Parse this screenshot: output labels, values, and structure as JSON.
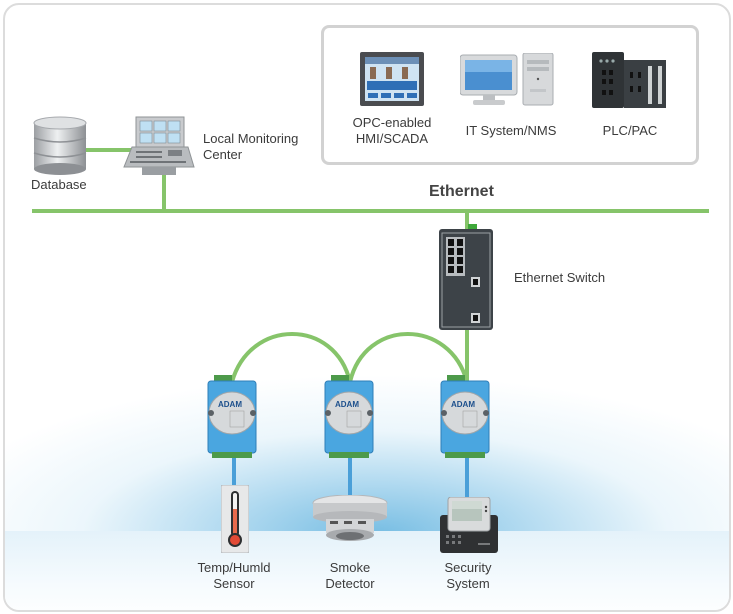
{
  "diagram": {
    "title": "Ethernet",
    "colors": {
      "ethernet_line": "#86c46a",
      "field_line": "#4a9fd8",
      "module_blue": "#4aa6e0",
      "switch_body": "#3d4348",
      "frame_border": "#dcdcdc"
    },
    "enterprise_systems": [
      {
        "label_lines": [
          "OPC-enabled",
          "HMI/SCADA"
        ],
        "icon": "hmi-panel-icon"
      },
      {
        "label_lines": [
          "IT System/NMS"
        ],
        "icon": "desktop-computer-icon"
      },
      {
        "label_lines": [
          "PLC/PAC"
        ],
        "icon": "plc-controller-icon"
      }
    ],
    "local": {
      "database": {
        "label": "Database",
        "icon": "database-icon"
      },
      "monitoring_center": {
        "label_lines": [
          "Local Monitoring",
          "Center"
        ],
        "icon": "monitoring-console-icon"
      }
    },
    "switch": {
      "label": "Ethernet Switch",
      "icon": "ethernet-switch-icon"
    },
    "modules": [
      {
        "brand": "ADAM",
        "icon": "io-module-icon"
      },
      {
        "brand": "ADAM",
        "icon": "io-module-icon"
      },
      {
        "brand": "ADAM",
        "icon": "io-module-icon"
      }
    ],
    "field_devices": [
      {
        "label_lines": [
          "Temp/Humld",
          "Sensor"
        ],
        "icon": "thermometer-icon"
      },
      {
        "label_lines": [
          "Smoke",
          "Detector"
        ],
        "icon": "smoke-detector-icon"
      },
      {
        "label_lines": [
          "Security",
          "System"
        ],
        "icon": "security-panel-icon"
      }
    ],
    "connections": [
      {
        "from": "Database",
        "to": "Local Monitoring Center",
        "type": "ethernet"
      },
      {
        "from": "Local Monitoring Center",
        "to": "Ethernet",
        "type": "ethernet"
      },
      {
        "from": "Ethernet",
        "to": "Ethernet Switch",
        "type": "ethernet"
      },
      {
        "from": "Ethernet Switch",
        "to": "ADAM 3",
        "type": "ethernet"
      },
      {
        "from": "ADAM 3",
        "to": "ADAM 2",
        "type": "ethernet daisy-chain"
      },
      {
        "from": "ADAM 2",
        "to": "ADAM 1",
        "type": "ethernet daisy-chain"
      },
      {
        "from": "ADAM 1",
        "to": "Temp/Humld Sensor",
        "type": "field"
      },
      {
        "from": "ADAM 2",
        "to": "Smoke Detector",
        "type": "field"
      },
      {
        "from": "ADAM 3",
        "to": "Security System",
        "type": "field"
      }
    ]
  }
}
